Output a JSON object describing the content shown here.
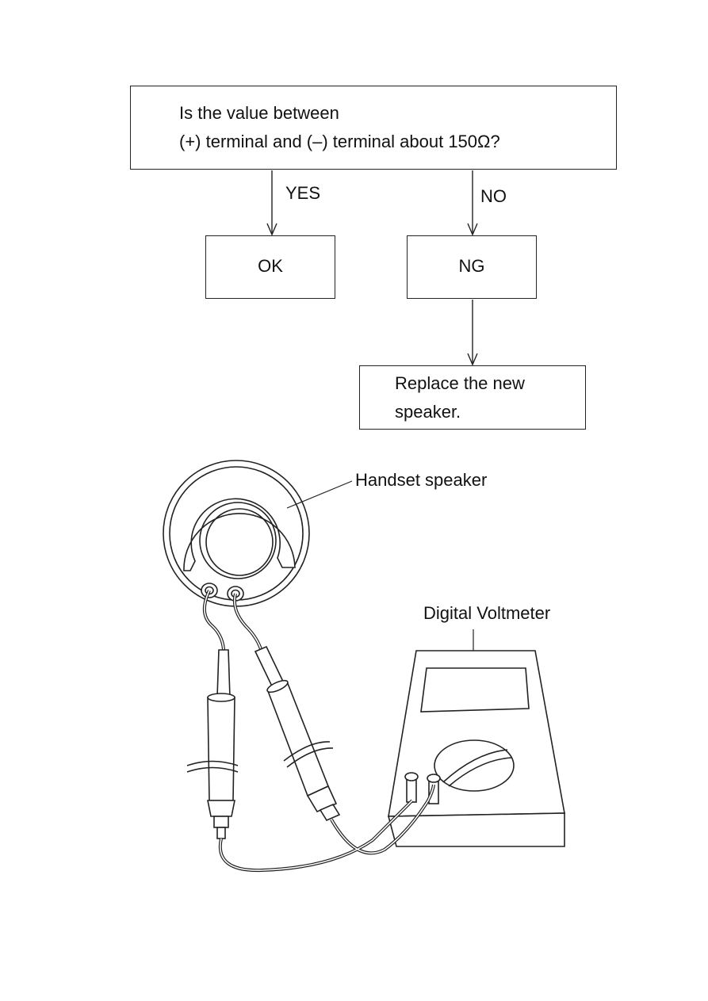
{
  "flowchart": {
    "question": {
      "line1": "Is the value between",
      "line2": "(+) terminal and (–) terminal about 150Ω?"
    },
    "yes_label": "YES",
    "no_label": "NO",
    "ok_label": "OK",
    "ng_label": "NG",
    "action": {
      "line1": "Replace the new",
      "line2": "speaker."
    }
  },
  "illustration": {
    "speaker_label": "Handset speaker",
    "meter_label": "Digital Voltmeter"
  }
}
